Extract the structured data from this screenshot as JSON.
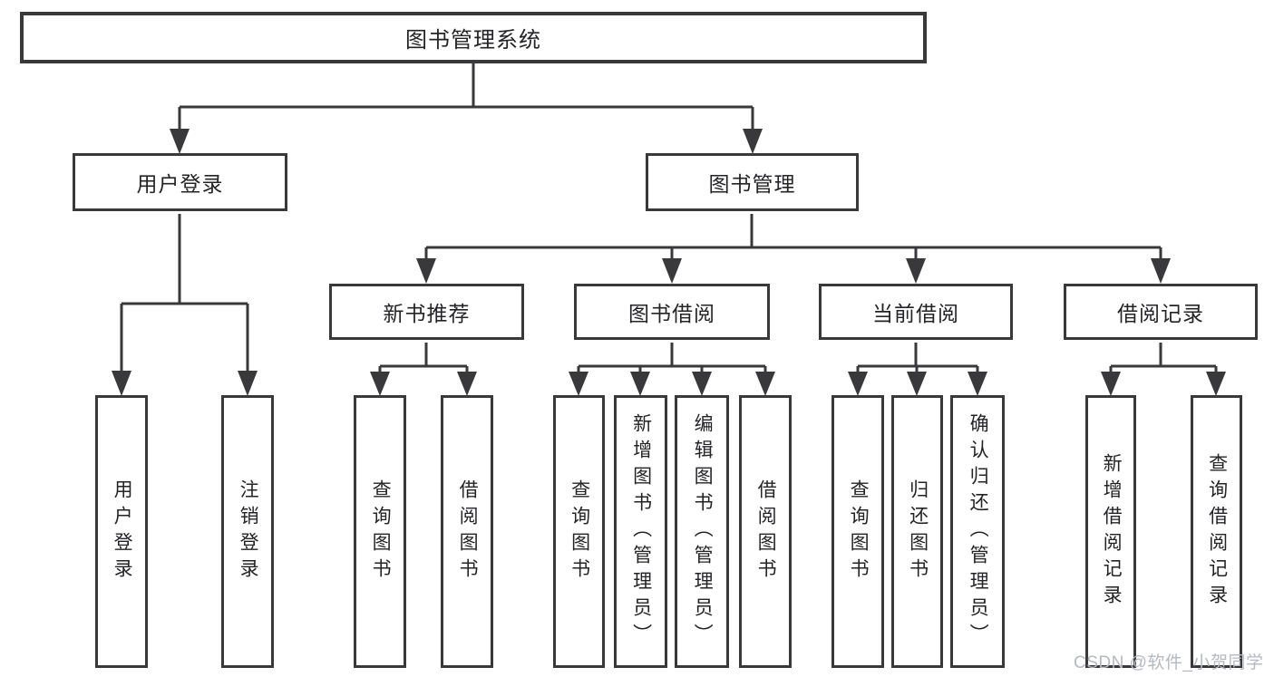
{
  "root": {
    "label": "图书管理系统"
  },
  "branches": [
    {
      "label": "用户登录",
      "children": [
        "用户登录",
        "注销登录"
      ]
    },
    {
      "label": "图书管理"
    }
  ],
  "modules": [
    {
      "label": "新书推荐",
      "children": [
        "查询图书",
        "借阅图书"
      ]
    },
    {
      "label": "图书借阅",
      "children": [
        "查询图书",
        "新增图书（管理员）",
        "编辑图书（管理员）",
        "借阅图书"
      ]
    },
    {
      "label": "当前借阅",
      "children": [
        "查询图书",
        "归还图书",
        "确认归还（管理员）"
      ]
    },
    {
      "label": "借阅记录",
      "children": [
        "新增借阅记录",
        "查询借阅记录"
      ]
    }
  ],
  "watermark": {
    "text": "CSDN @软件_小贺同学"
  },
  "colors": {
    "line": "#39393b",
    "text": "#242427",
    "watermark": "#b5b9c3",
    "background": "#ffffff"
  }
}
